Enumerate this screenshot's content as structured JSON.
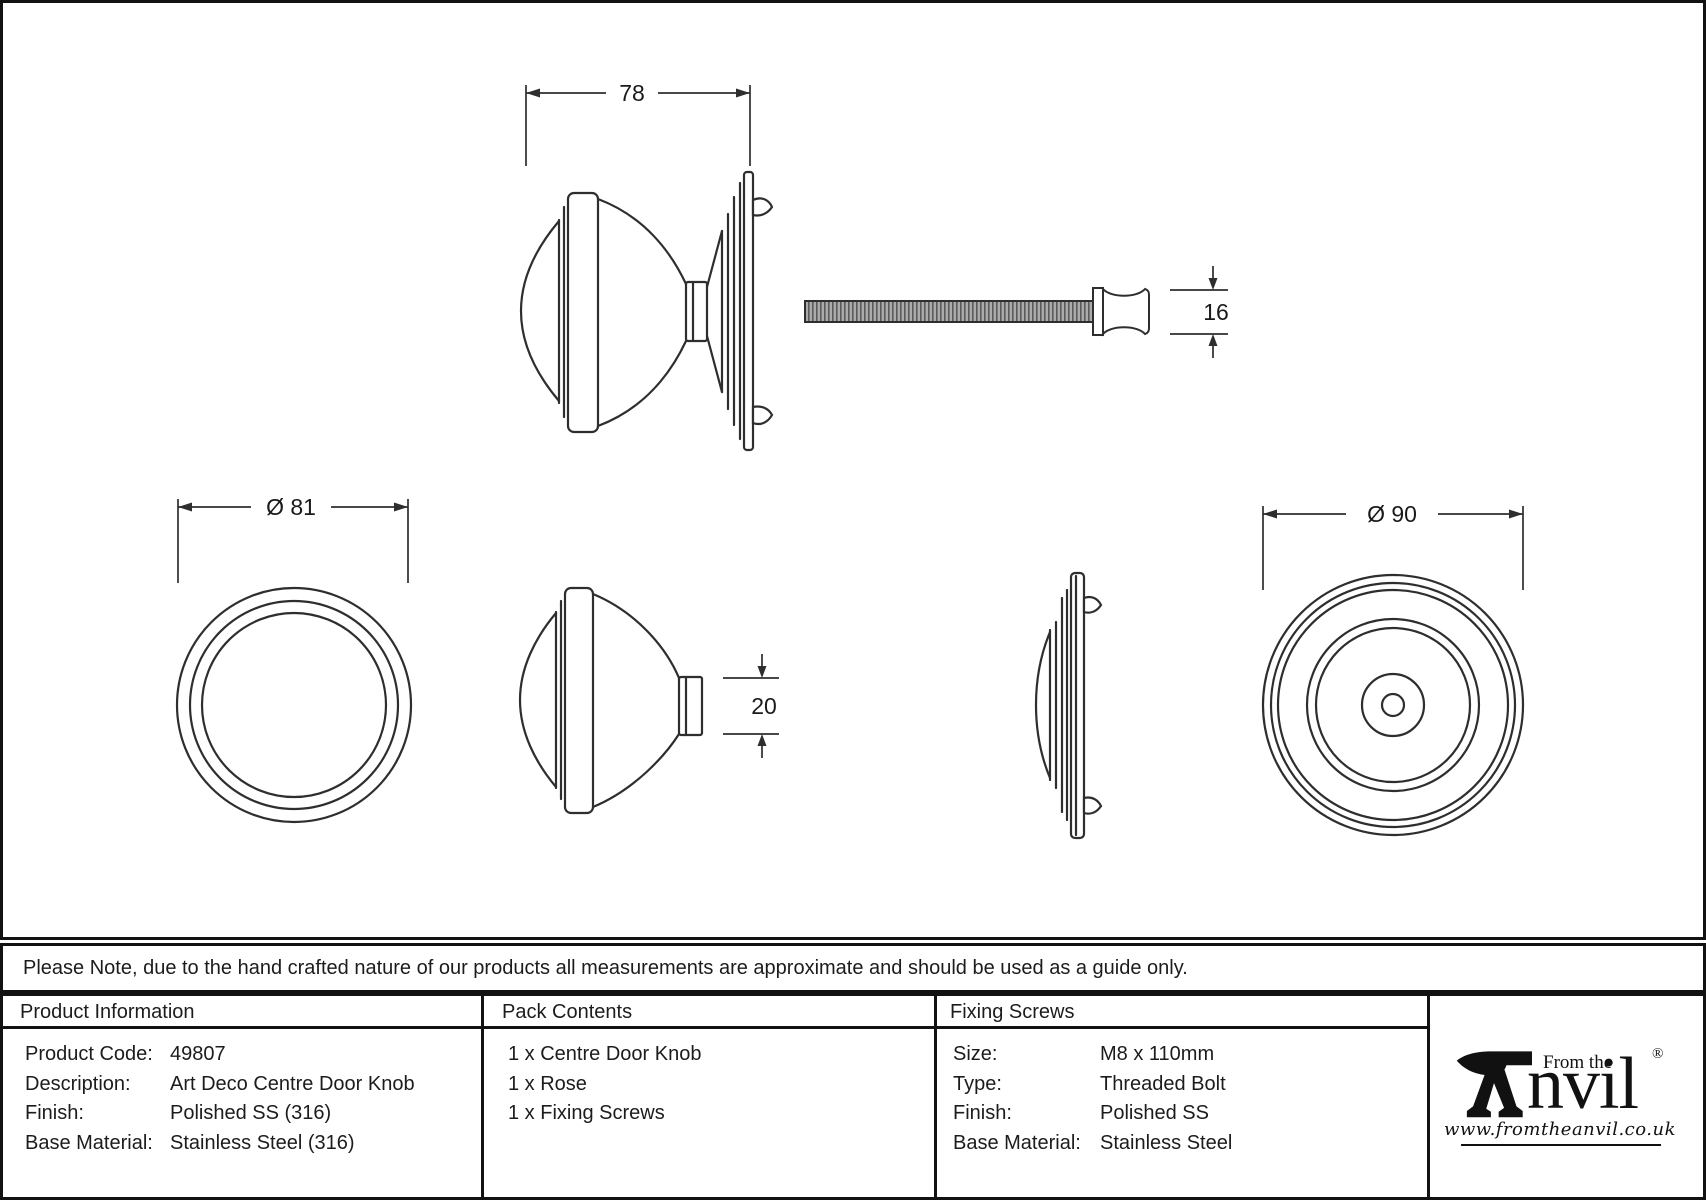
{
  "sheet": {
    "note": "Please Note, due to the hand crafted nature of our products all measurements are approximate and should be used as a guide only."
  },
  "dimensions": {
    "knob_width": "78",
    "spindle_height": "16",
    "knob_face_diameter": "Ø 81",
    "neck_height": "20",
    "rose_diameter": "Ø 90"
  },
  "table": {
    "product_information": {
      "header": "Product Information",
      "rows": [
        {
          "label": "Product Code:",
          "value": "49807"
        },
        {
          "label": "Description:",
          "value": "Art Deco Centre Door Knob"
        },
        {
          "label": "Finish:",
          "value": "Polished SS (316)"
        },
        {
          "label": "Base Material:",
          "value": "Stainless Steel (316)"
        }
      ]
    },
    "pack_contents": {
      "header": "Pack Contents",
      "items": [
        "1 x Centre Door Knob",
        "1 x Rose",
        "1 x Fixing Screws"
      ]
    },
    "fixing_screws": {
      "header": "Fixing Screws",
      "rows": [
        {
          "label": "Size:",
          "value": "M8 x 110mm"
        },
        {
          "label": "Type:",
          "value": "Threaded Bolt"
        },
        {
          "label": "Finish:",
          "value": "Polished SS"
        },
        {
          "label": "Base Material:",
          "value": "Stainless Steel"
        }
      ]
    }
  },
  "logo": {
    "prefix": "From the",
    "brand_rest": "nvil",
    "registered": "®",
    "url": "www.fromtheanvil.co.uk"
  },
  "colors": {
    "line": "#2e2e2e",
    "border": "#121212",
    "text": "#1c1c1c",
    "thread_fill": "#ababab",
    "thread_stripe": "#5a5a5a"
  }
}
